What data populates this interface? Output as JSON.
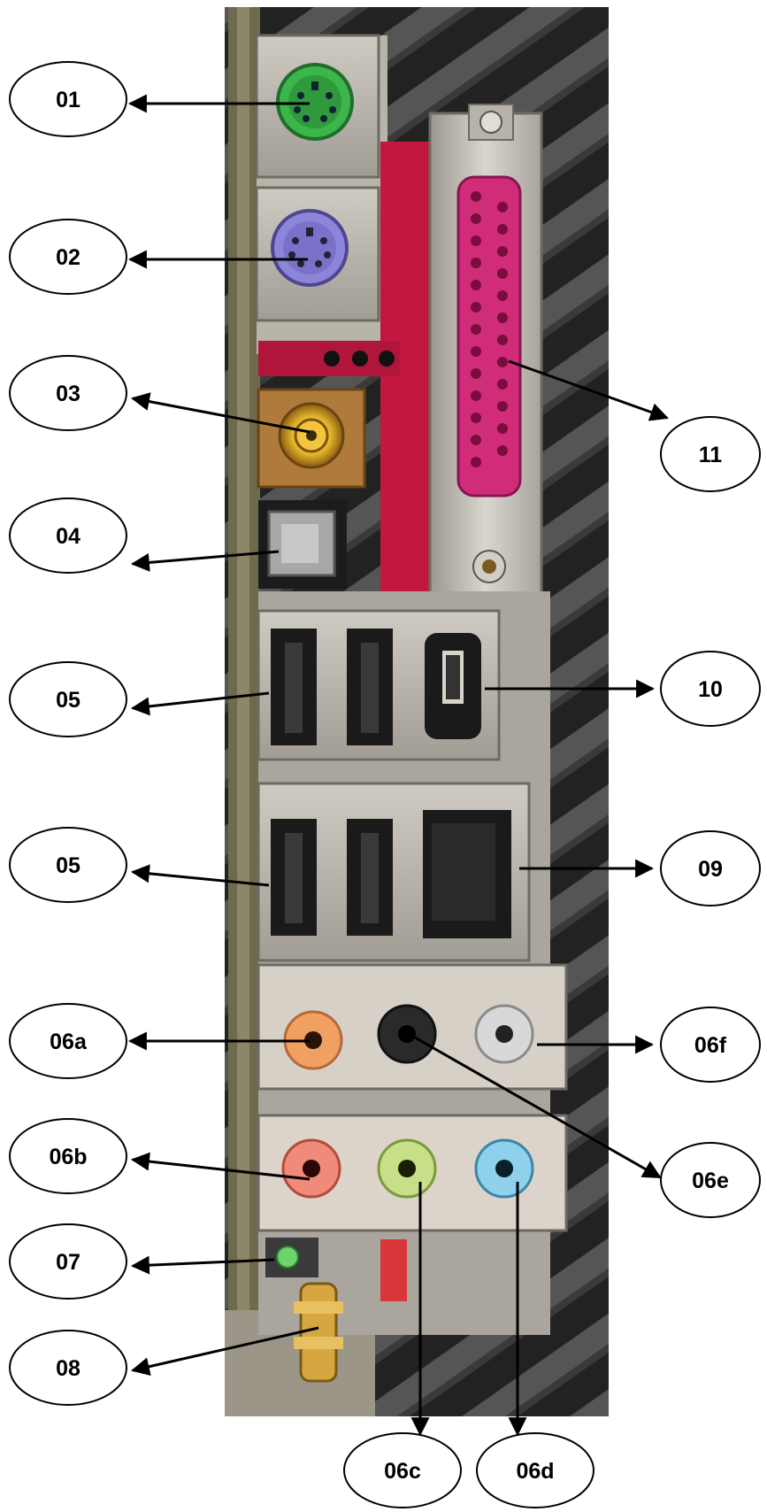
{
  "labels": {
    "l01": "01",
    "l02": "02",
    "l03": "03",
    "l04": "04",
    "l05a": "05",
    "l05b": "05",
    "l06a": "06a",
    "l06b": "06b",
    "l07": "07",
    "l08": "08",
    "l06c": "06c",
    "l06d": "06d",
    "l06e": "06e",
    "l06f": "06f",
    "l09": "09",
    "l10": "10",
    "l11": "11"
  },
  "colors": {
    "ps2_mouse": "#3cb54a",
    "ps2_keyboard": "#8c85d9",
    "coax": "#e8b416",
    "parallel": "#d02c7a",
    "riser": "#c2183f",
    "audio_orange": "#f0a060",
    "audio_black": "#2a2a2a",
    "audio_gray": "#d8d8d8",
    "audio_pink": "#f08a7a",
    "audio_green": "#c7e087",
    "audio_blue": "#8fd0ea",
    "led": "#6cd46c",
    "gold": "#d6a640"
  },
  "icons": [
    "ps2-port-icon",
    "rca-coax-icon",
    "optical-port-icon",
    "usb-port-icon",
    "firewire-port-icon",
    "rj45-port-icon",
    "audio-jack-icon",
    "parallel-port-icon",
    "led-icon",
    "antenna-connector-icon"
  ]
}
